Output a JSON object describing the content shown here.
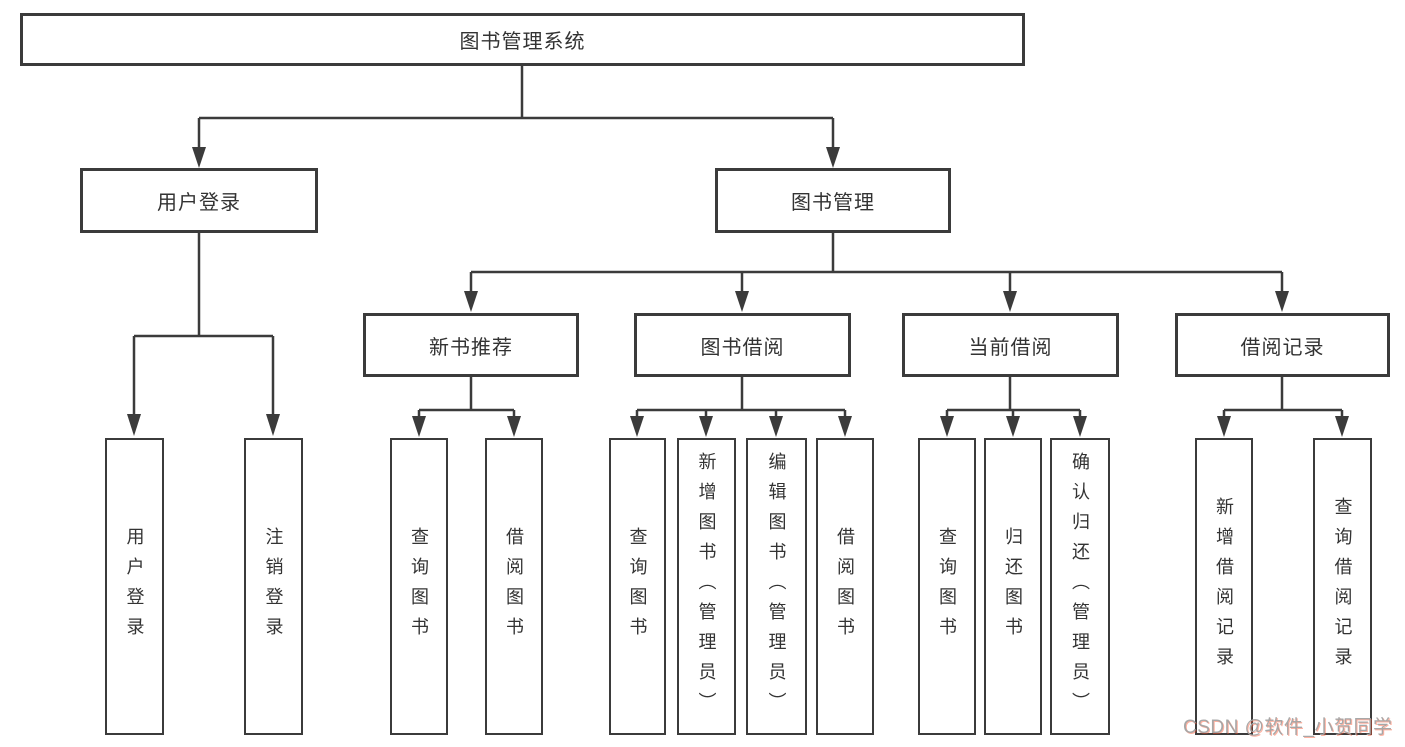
{
  "diagram": {
    "nodes": {
      "root": "图书管理系统",
      "user_login": "用户登录",
      "book_mgmt": "图书管理",
      "new_book_rec": "新书推荐",
      "book_borrow": "图书借阅",
      "current_borrow": "当前借阅",
      "borrow_record": "借阅记录",
      "leaf_user_login": "用户登录",
      "leaf_logout": "注销登录",
      "rec_query_book": "查询图书",
      "rec_borrow_book": "借阅图书",
      "bb_query_book": "查询图书",
      "bb_add_book": "新增图书（管理员）",
      "bb_edit_book": "编辑图书（管理员）",
      "bb_borrow_book": "借阅图书",
      "cb_query_book": "查询图书",
      "cb_return_book": "归还图书",
      "cb_confirm_return": "确认归还（管理员）",
      "br_add_record": "新增借阅记录",
      "br_query_record": "查询借阅记录"
    },
    "edges": [
      [
        "root",
        "user_login"
      ],
      [
        "root",
        "book_mgmt"
      ],
      [
        "user_login",
        "leaf_user_login"
      ],
      [
        "user_login",
        "leaf_logout"
      ],
      [
        "book_mgmt",
        "new_book_rec"
      ],
      [
        "book_mgmt",
        "book_borrow"
      ],
      [
        "book_mgmt",
        "current_borrow"
      ],
      [
        "book_mgmt",
        "borrow_record"
      ],
      [
        "new_book_rec",
        "rec_query_book"
      ],
      [
        "new_book_rec",
        "rec_borrow_book"
      ],
      [
        "book_borrow",
        "bb_query_book"
      ],
      [
        "book_borrow",
        "bb_add_book"
      ],
      [
        "book_borrow",
        "bb_edit_book"
      ],
      [
        "book_borrow",
        "bb_borrow_book"
      ],
      [
        "current_borrow",
        "cb_query_book"
      ],
      [
        "current_borrow",
        "cb_return_book"
      ],
      [
        "current_borrow",
        "cb_confirm_return"
      ],
      [
        "borrow_record",
        "br_add_record"
      ],
      [
        "borrow_record",
        "br_query_record"
      ]
    ],
    "colors": {
      "line": "#3b3b3b",
      "text": "#333333",
      "background": "#ffffff"
    }
  },
  "watermark": {
    "text": "CSDN @软件_小贺同学"
  }
}
